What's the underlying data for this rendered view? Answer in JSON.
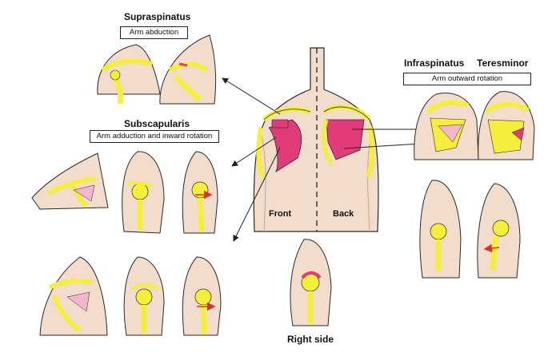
{
  "muscles": {
    "supraspinatus": {
      "name": "Supraspinatus",
      "action": "Arm abduction"
    },
    "subscapularis": {
      "name": "Subscapularis",
      "action": "Arm adduction and inward rotation"
    },
    "infraspinatus": {
      "name": "Infraspinatus"
    },
    "teres_minor": {
      "name": "Teresminor"
    },
    "posterior_action": "Arm outward rotation"
  },
  "views": {
    "front": "Front",
    "back": "Back",
    "right_side": "Right side"
  },
  "colors": {
    "skin": "#f2dccc",
    "skin_shadow": "#e6c4b0",
    "bone": "#f5ee3a",
    "muscle": "#e23b7a",
    "muscle_light": "#f3b6cc",
    "outline": "#2a2a2a",
    "rotation_arrow": "#e0301e"
  }
}
